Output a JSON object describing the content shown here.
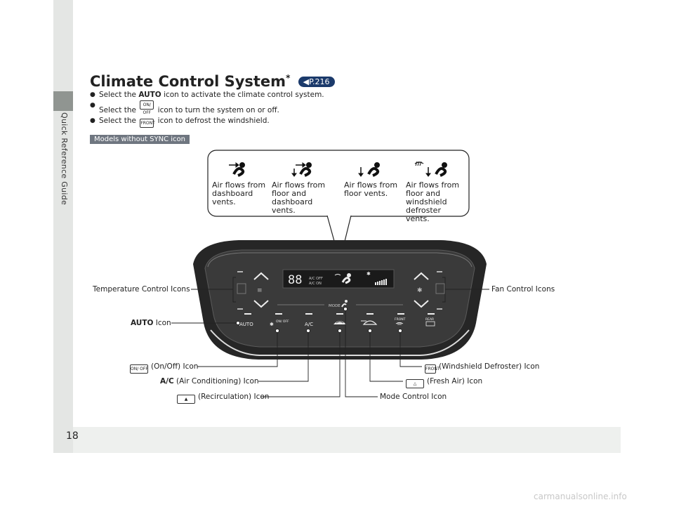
{
  "sidebar": {
    "label": "Quick Reference Guide"
  },
  "page": {
    "number": "18"
  },
  "header": {
    "title": "Climate Control System",
    "title_mark": "*",
    "page_ref": "P.216"
  },
  "bullets": [
    {
      "pre": "Select the ",
      "bold": "AUTO",
      "post": " icon to activate the climate control system."
    },
    {
      "pre": "Select the ",
      "icon": "ON/ OFF",
      "post": " icon to turn the system on or off."
    },
    {
      "pre": "Select the ",
      "icon": "FRONT",
      "post": " icon to defrost the windshield."
    }
  ],
  "badge": "Models without SYNC icon",
  "mode_panel": {
    "items": [
      {
        "label": "Air flows from dashboard vents."
      },
      {
        "label": "Air flows from floor and dashboard vents."
      },
      {
        "label": "Air flows from floor vents."
      },
      {
        "label": "Air flows from floor and windshield defroster vents."
      }
    ]
  },
  "display": {
    "temp": "88",
    "ac_off": "A/C OFF",
    "ac_on": "A/C ON"
  },
  "buttons": {
    "auto": "AUTO",
    "onoff": "ON/ OFF",
    "ac": "A/C",
    "front": "FRONT",
    "rear": "REAR",
    "mode": "MODE"
  },
  "callouts": {
    "temperature": "Temperature Control Icons",
    "fan": "Fan Control Icons",
    "auto_bold": "AUTO",
    "auto_rest": " Icon",
    "onoff": "(On/Off) Icon",
    "ac_bold": "A/C",
    "ac_rest": " (Air Conditioning) Icon",
    "recirc": "(Recirculation) Icon",
    "mode": "Mode Control Icon",
    "defrost": "(Windshield Defroster) Icon",
    "fresh": "(Fresh Air) Icon"
  },
  "watermark": "carmanualsonline.info"
}
